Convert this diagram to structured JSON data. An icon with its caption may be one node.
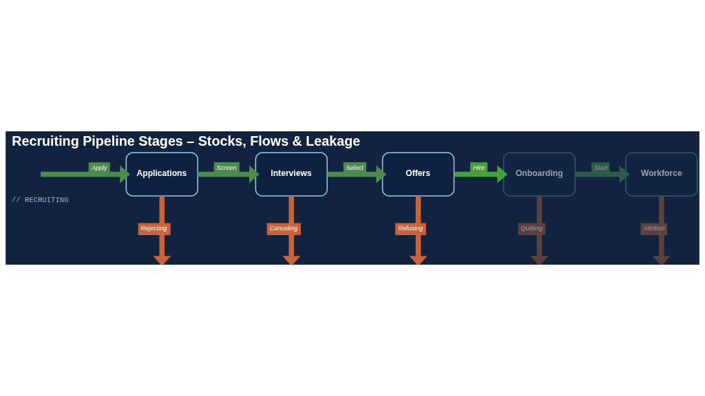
{
  "diagram": {
    "title": "Recruiting Pipeline Stages – Stocks, Flows & Leakage",
    "nodes": [
      {
        "text": [
          "Applications"
        ]
      },
      {
        "text": [
          "Interviews"
        ]
      },
      {
        "text": [
          "Offers"
        ]
      },
      {
        "text": [
          "Onboarding"
        ]
      },
      {
        "text": [
          "Workforce"
        ]
      }
    ],
    "edges": [
      {
        "from": null,
        "to": 0,
        "arrow": "to",
        "label": "Apply"
      },
      {
        "from": 0,
        "to": 1,
        "arrow": "to",
        "label": "Screen"
      },
      {
        "from": 1,
        "to": 2,
        "arrow": "to",
        "label": "Select"
      },
      {
        "from": 2,
        "to": 3,
        "arrow": "to",
        "label": "Hire",
        "color": "#45a23a"
      },
      {
        "from": 3,
        "to": 4,
        "arrow": "to",
        "label": "Start",
        "color": "#2f5b4b"
      },
      {
        "from": 0,
        "to": null,
        "arrow": "to",
        "label": "Rejecting",
        "color": "#c9633a"
      },
      {
        "from": 1,
        "to": null,
        "arrow": "to",
        "label": "Canceling",
        "color": "#c9633a"
      },
      {
        "from": 2,
        "to": null,
        "arrow": "to",
        "label": "Refusing",
        "color": "#c9633a"
      },
      {
        "from": 3,
        "to": null,
        "arrow": "to",
        "label": "Quitting",
        "color": "#5b403b"
      },
      {
        "from": 4,
        "to": null,
        "arrow": "to",
        "label": "Attrition",
        "color": "#5b403b"
      }
    ],
    "labels": [
      "// RECRUITING"
    ]
  }
}
